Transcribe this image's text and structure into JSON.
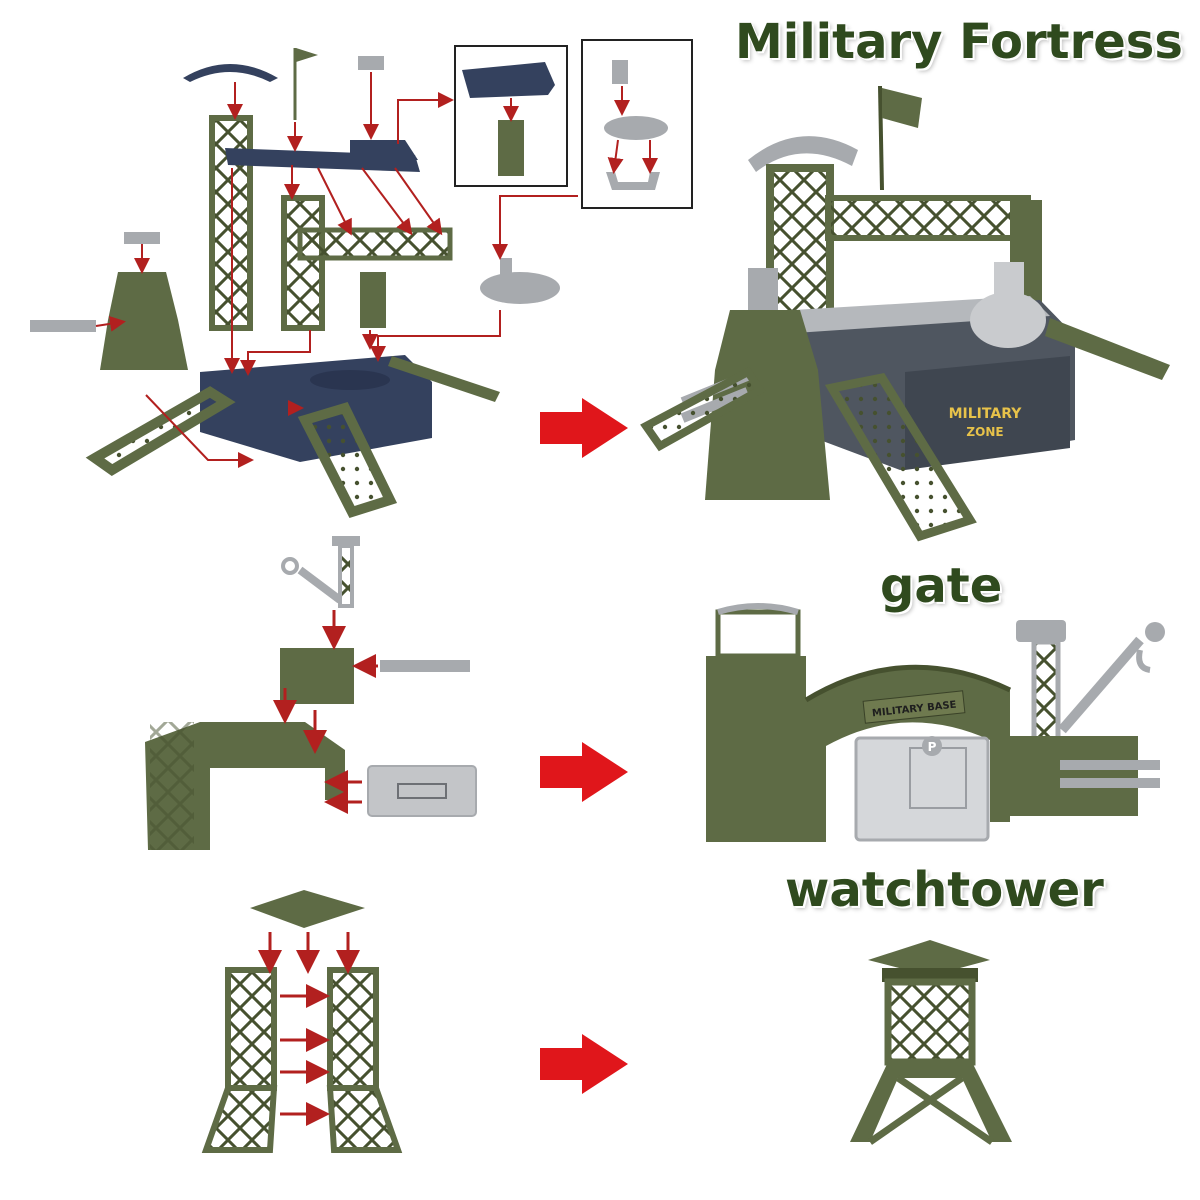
{
  "titles": {
    "fortress": "Military Fortress",
    "gate": "gate",
    "watchtower": "watchtower"
  },
  "labels": {
    "fortress_sign_line1": "MILITARY",
    "fortress_sign_line2": "ZONE",
    "gate_sign": "MILITARY BASE",
    "gate_letter": "P"
  },
  "colors": {
    "olive": "#5e6b45",
    "olive_dark": "#46512f",
    "navy": "#34415e",
    "gray": "#a7aaae",
    "arrow_red": "#e0161b",
    "thin_red": "#b2201f",
    "title_green": "#2f4a1e"
  },
  "icons": {
    "step_arrow": "right-arrow-icon",
    "flag": "flag-icon",
    "crane": "crane-icon",
    "turret": "turret-icon"
  }
}
